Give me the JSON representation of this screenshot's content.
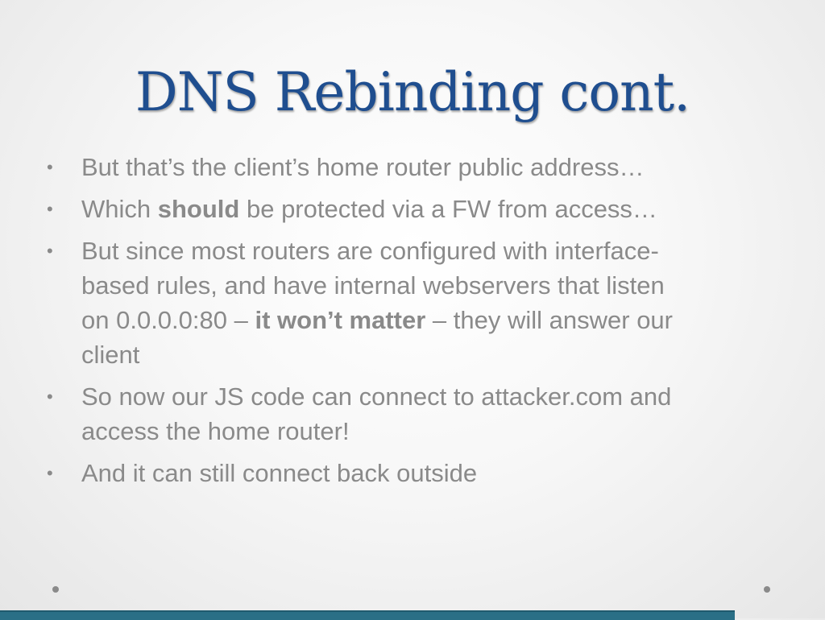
{
  "slide": {
    "title": "DNS Rebinding cont.",
    "bullets": [
      {
        "parts": [
          {
            "text": "But that’s the client’s home router public address…",
            "bold": false
          }
        ]
      },
      {
        "parts": [
          {
            "text": "Which ",
            "bold": false
          },
          {
            "text": "should",
            "bold": true
          },
          {
            "text": " be protected via a FW from access…",
            "bold": false
          }
        ]
      },
      {
        "parts": [
          {
            "text": "But since most routers are configured with interface-based rules, and have internal webservers that listen on 0.0.0.0:80 – ",
            "bold": false
          },
          {
            "text": "it won’t matter",
            "bold": true
          },
          {
            "text": " – they will answer our client",
            "bold": false
          }
        ]
      },
      {
        "parts": [
          {
            "text": "So now our JS code can connect to attacker.com and access the home router!",
            "bold": false
          }
        ]
      },
      {
        "parts": [
          {
            "text": "And it can still connect back outside",
            "bold": false
          }
        ]
      }
    ]
  },
  "colors": {
    "title": "#1f4e8f",
    "body_text": "#8a8a8a",
    "footer_bar": "#2a6f86"
  }
}
